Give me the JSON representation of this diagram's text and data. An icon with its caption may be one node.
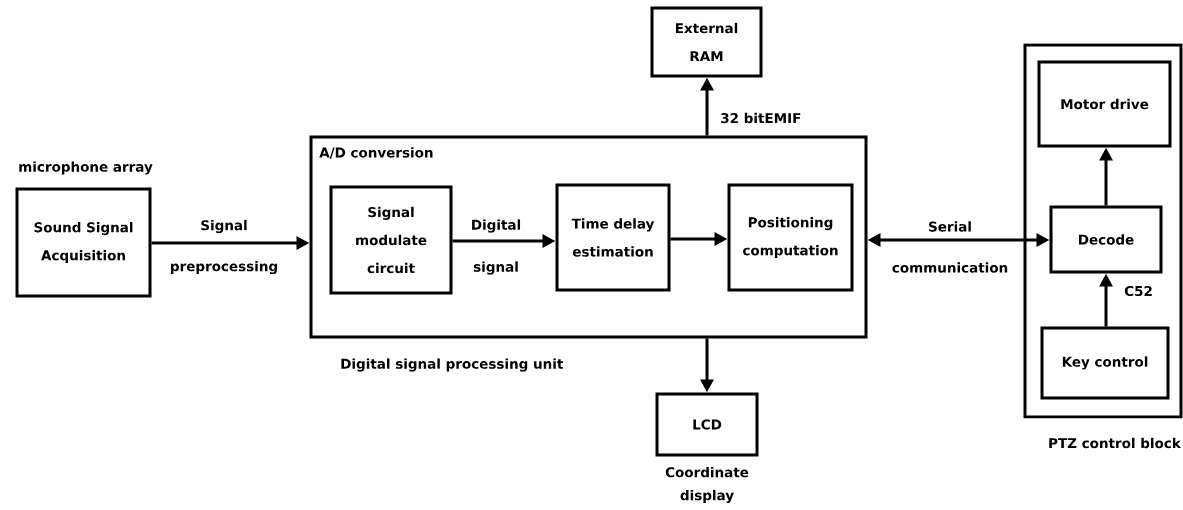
{
  "diagram": {
    "nodes": [
      {
        "text": [
          "Sound Signal Acquisition"
        ],
        "beside": [
          "microphone array"
        ]
      },
      {
        "text": [
          "A/D conversion"
        ],
        "beside": [
          "Digital signal processing unit"
        ]
      },
      {
        "text": [
          "Signal modulate circuit"
        ],
        "in": 1
      },
      {
        "text": [
          "Time delay estimation"
        ],
        "in": 1
      },
      {
        "text": [
          "Positioning computation"
        ],
        "in": 1
      },
      {
        "text": [
          "External RAM"
        ]
      },
      {
        "text": [
          "LCD"
        ],
        "beside": [
          "Coordinate display"
        ]
      },
      {
        "text": [],
        "shape": "box",
        "beside": [
          "PTZ control block"
        ]
      },
      {
        "text": [
          "Motor drive"
        ],
        "in": 7
      },
      {
        "text": [
          "Decode"
        ],
        "in": 7
      },
      {
        "text": [
          "Key control"
        ],
        "in": 7
      }
    ],
    "edges": [
      {
        "from": 0,
        "to": 1,
        "arrow": "to",
        "label": "Signal preprocessing"
      },
      {
        "from": 2,
        "to": 3,
        "arrow": "to",
        "label": "Digital signal"
      },
      {
        "from": 3,
        "to": 4,
        "arrow": "to"
      },
      {
        "from": 1,
        "to": 5,
        "arrow": "to",
        "label": "32 bitEMIF"
      },
      {
        "from": 1,
        "to": 6,
        "arrow": "to"
      },
      {
        "from": 1,
        "to": 9,
        "arrow": "both",
        "label": "Serial communication"
      },
      {
        "from": 9,
        "to": 8,
        "arrow": "to"
      },
      {
        "from": 10,
        "to": 9,
        "arrow": "to",
        "label": "C52"
      }
    ]
  }
}
